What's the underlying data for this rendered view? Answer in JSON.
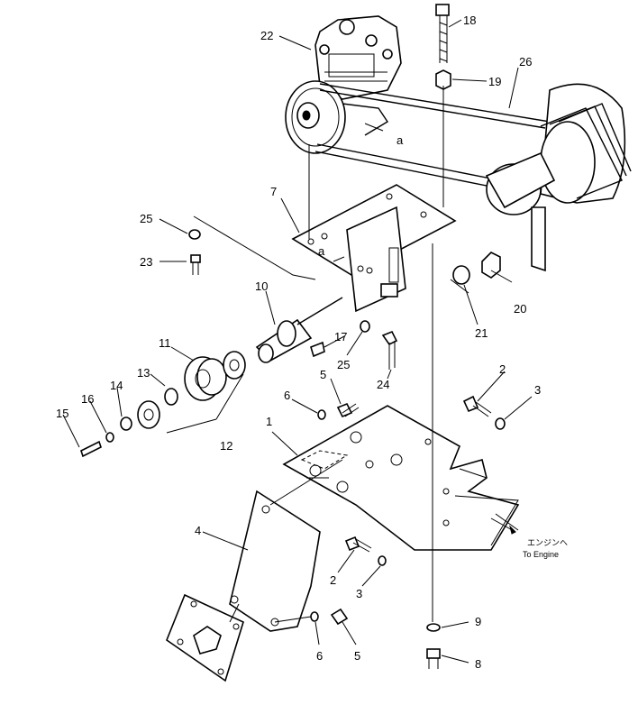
{
  "callouts": {
    "c1": "1",
    "c2a": "2",
    "c2b": "2",
    "c3a": "3",
    "c3b": "3",
    "c4": "4",
    "c5a": "5",
    "c5b": "5",
    "c6a": "6",
    "c6b": "6",
    "c7": "7",
    "c8": "8",
    "c9": "9",
    "c10": "10",
    "c11": "11",
    "c12": "12",
    "c13": "13",
    "c14": "14",
    "c15": "15",
    "c16": "16",
    "c17": "17",
    "c18": "18",
    "c19": "19",
    "c20": "20",
    "c21": "21",
    "c22": "22",
    "c23": "23",
    "c24": "24",
    "c25a": "25",
    "c25b": "25",
    "c26": "26",
    "ref_a1": "a",
    "ref_a2": "a"
  },
  "engine_label": {
    "jp": "エンジンへ",
    "en": "To Engine"
  }
}
